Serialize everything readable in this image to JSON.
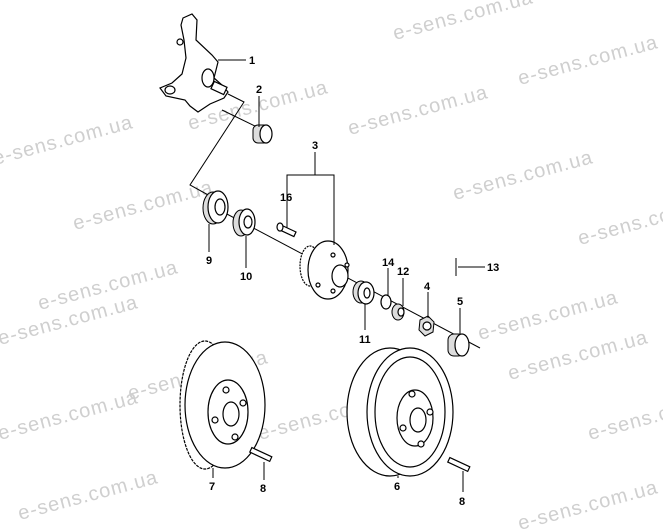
{
  "watermark": "e-sens.com.ua",
  "callouts": {
    "c1": "1",
    "c2": "2",
    "c3": "3",
    "c4": "4",
    "c5": "5",
    "c6": "6",
    "c7": "7",
    "c8a": "8",
    "c8b": "8",
    "c9": "9",
    "c10": "10",
    "c11": "11",
    "c12": "12",
    "c13": "13",
    "c14": "14",
    "c16": "16"
  }
}
